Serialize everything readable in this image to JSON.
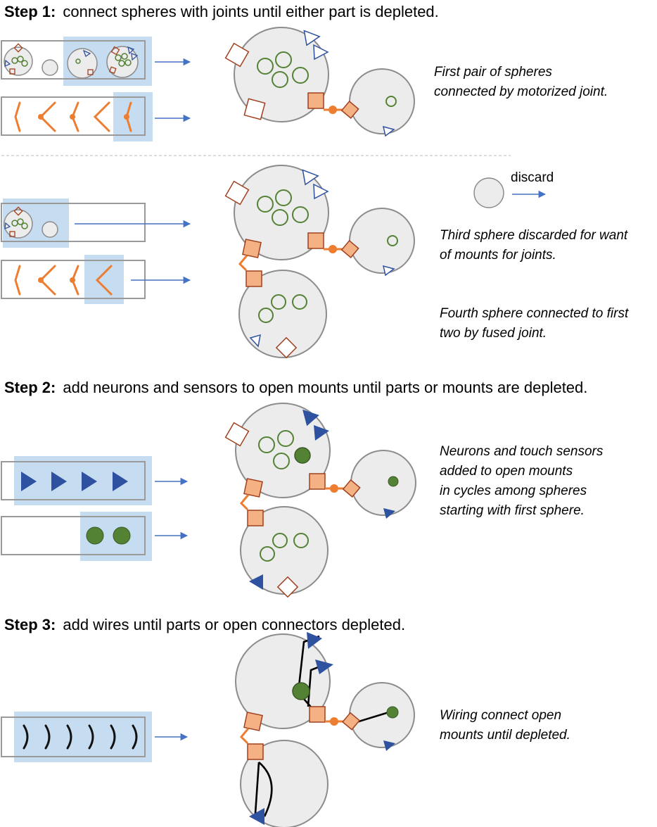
{
  "steps": [
    {
      "label": "Step 1:",
      "text": "connect spheres with joints until either part is depleted."
    },
    {
      "label": "Step 2:",
      "text": "add neurons and sensors to open mounts until parts or mounts are depleted."
    },
    {
      "label": "Step 3:",
      "text": "add wires until parts or open connectors depleted."
    }
  ],
  "notes": {
    "n1": [
      "First pair of spheres",
      "connected by motorized joint."
    ],
    "discard": "discard",
    "n2": [
      "Third sphere discarded for want",
      "of mounts for joints."
    ],
    "n3": [
      "Fourth sphere connected to first",
      "two by fused joint."
    ],
    "n4": [
      "Neurons and touch sensors",
      "added to open mounts",
      "in cycles among spheres",
      "starting with first sphere."
    ],
    "n5": [
      "Wiring connect open",
      "mounts until depleted."
    ]
  },
  "colors": {
    "sphere_fill": "#ececec",
    "sphere_stroke": "#8c8c8c",
    "highlight": "#c6dcf0",
    "joint_orange": "#ed7d31",
    "mount_fill": "#f4b183",
    "mount_outline": "#a0401e",
    "neuron_green": "#548235",
    "sensor_blue": "#2f52a0",
    "arrow_blue": "#4472c4",
    "wire": "#000000",
    "divider": "#bbbbbb"
  },
  "icons": [
    "sphere",
    "motorized-joint",
    "fused-joint",
    "neuron",
    "touch-sensor",
    "wire",
    "joint-mount",
    "sensor-mount",
    "arrow"
  ]
}
